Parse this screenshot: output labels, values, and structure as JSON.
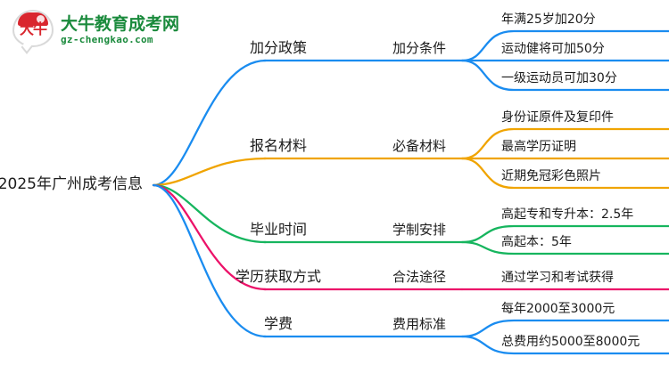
{
  "logo": {
    "mark_text": "大牛",
    "title": "大牛教育成考网",
    "subtitle": "gz-chengkao.com",
    "brand_green": "#1a8a3c",
    "brand_red": "#d9262e"
  },
  "mindmap": {
    "root": {
      "label": "2025年广州成考信息"
    },
    "branches": [
      {
        "color": "#1a8cf0",
        "level1": "加分政策",
        "level2": "加分条件",
        "level3": [
          "年满25岁加20分",
          "运动健将可加50分",
          "一级运动员可加30分"
        ]
      },
      {
        "color": "#f0a400",
        "level1": "报名材料",
        "level2": "必备材料",
        "level3": [
          "身份证原件及复印件",
          "最高学历证明",
          "近期免冠彩色照片"
        ]
      },
      {
        "color": "#16b55e",
        "level1": "毕业时间",
        "level2": "学制安排",
        "level3": [
          "高起专和专升本：2.5年",
          "高起本：5年"
        ]
      },
      {
        "color": "#ec1269",
        "level1": "学历获取方式",
        "level2": "合法途径",
        "level3": [
          "通过学习和考试获得"
        ]
      },
      {
        "color": "#1a8cf0",
        "level1": "学费",
        "level2": "费用标准",
        "level3": [
          "每年2000至3000元",
          "总费用约5000至8000元"
        ]
      }
    ]
  }
}
